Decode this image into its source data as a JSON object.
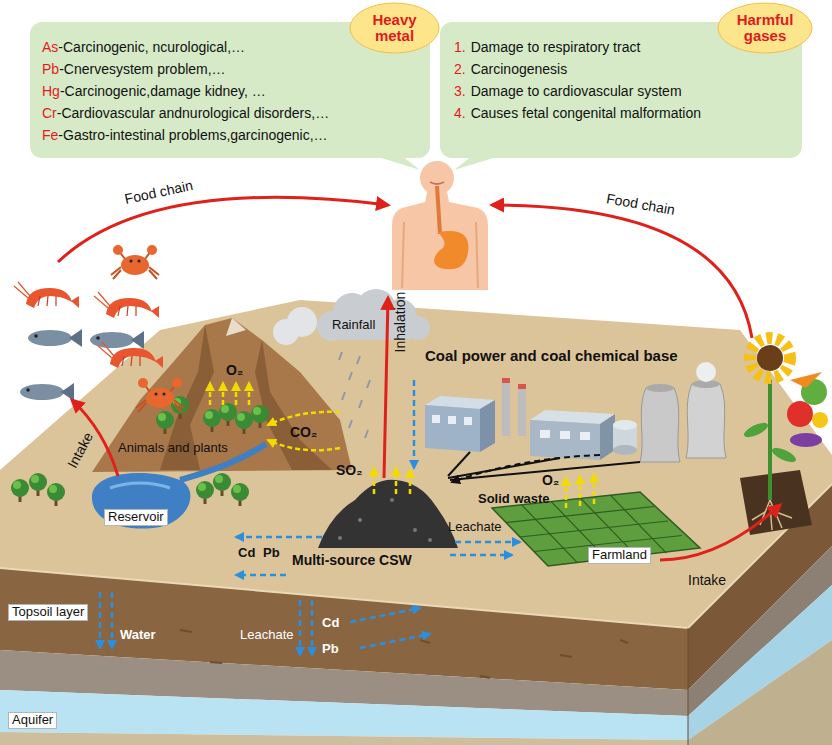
{
  "diagram": {
    "nodes": [
      {
        "text": [
          "As",
          "-Carcinogenic, ncurological,…",
          "Pb",
          "-Cnervesystem problem,…",
          "Hg",
          "-Carcinogenic,damage kidney, …",
          "Cr",
          "-Cardiovascular andnurological disorders,…",
          "Fe",
          "-Gastro-intestinal problems,garcinogenic,…"
        ]
      },
      {
        "text": [
          "Heavy metal"
        ],
        "in": 0
      },
      {
        "text": [
          "1.",
          "Damage to respiratory tract",
          "2.",
          "Carcinogenesis",
          "3.",
          "Damage to cardiovascular system",
          "4.",
          "Causes fetal congenital malformation"
        ]
      },
      {
        "text": [
          "Harmful gases"
        ],
        "in": 2
      }
    ],
    "labels": [
      "Food chain",
      "Food chain",
      "Inhalation",
      "Coal power and coal chemical base",
      "O₂",
      "Rainfall",
      "CO₂",
      "Animals and plants",
      "SO₂",
      "Intake",
      "Reservoir",
      "Solid waste",
      "Cd",
      "Pb",
      "Multi-source CSW",
      "Leachate",
      "O₂",
      "Farmland",
      "Intake",
      "Topsoil layer",
      "Water",
      "Leachate",
      "Cd",
      "Pb",
      "Aquifer"
    ]
  }
}
